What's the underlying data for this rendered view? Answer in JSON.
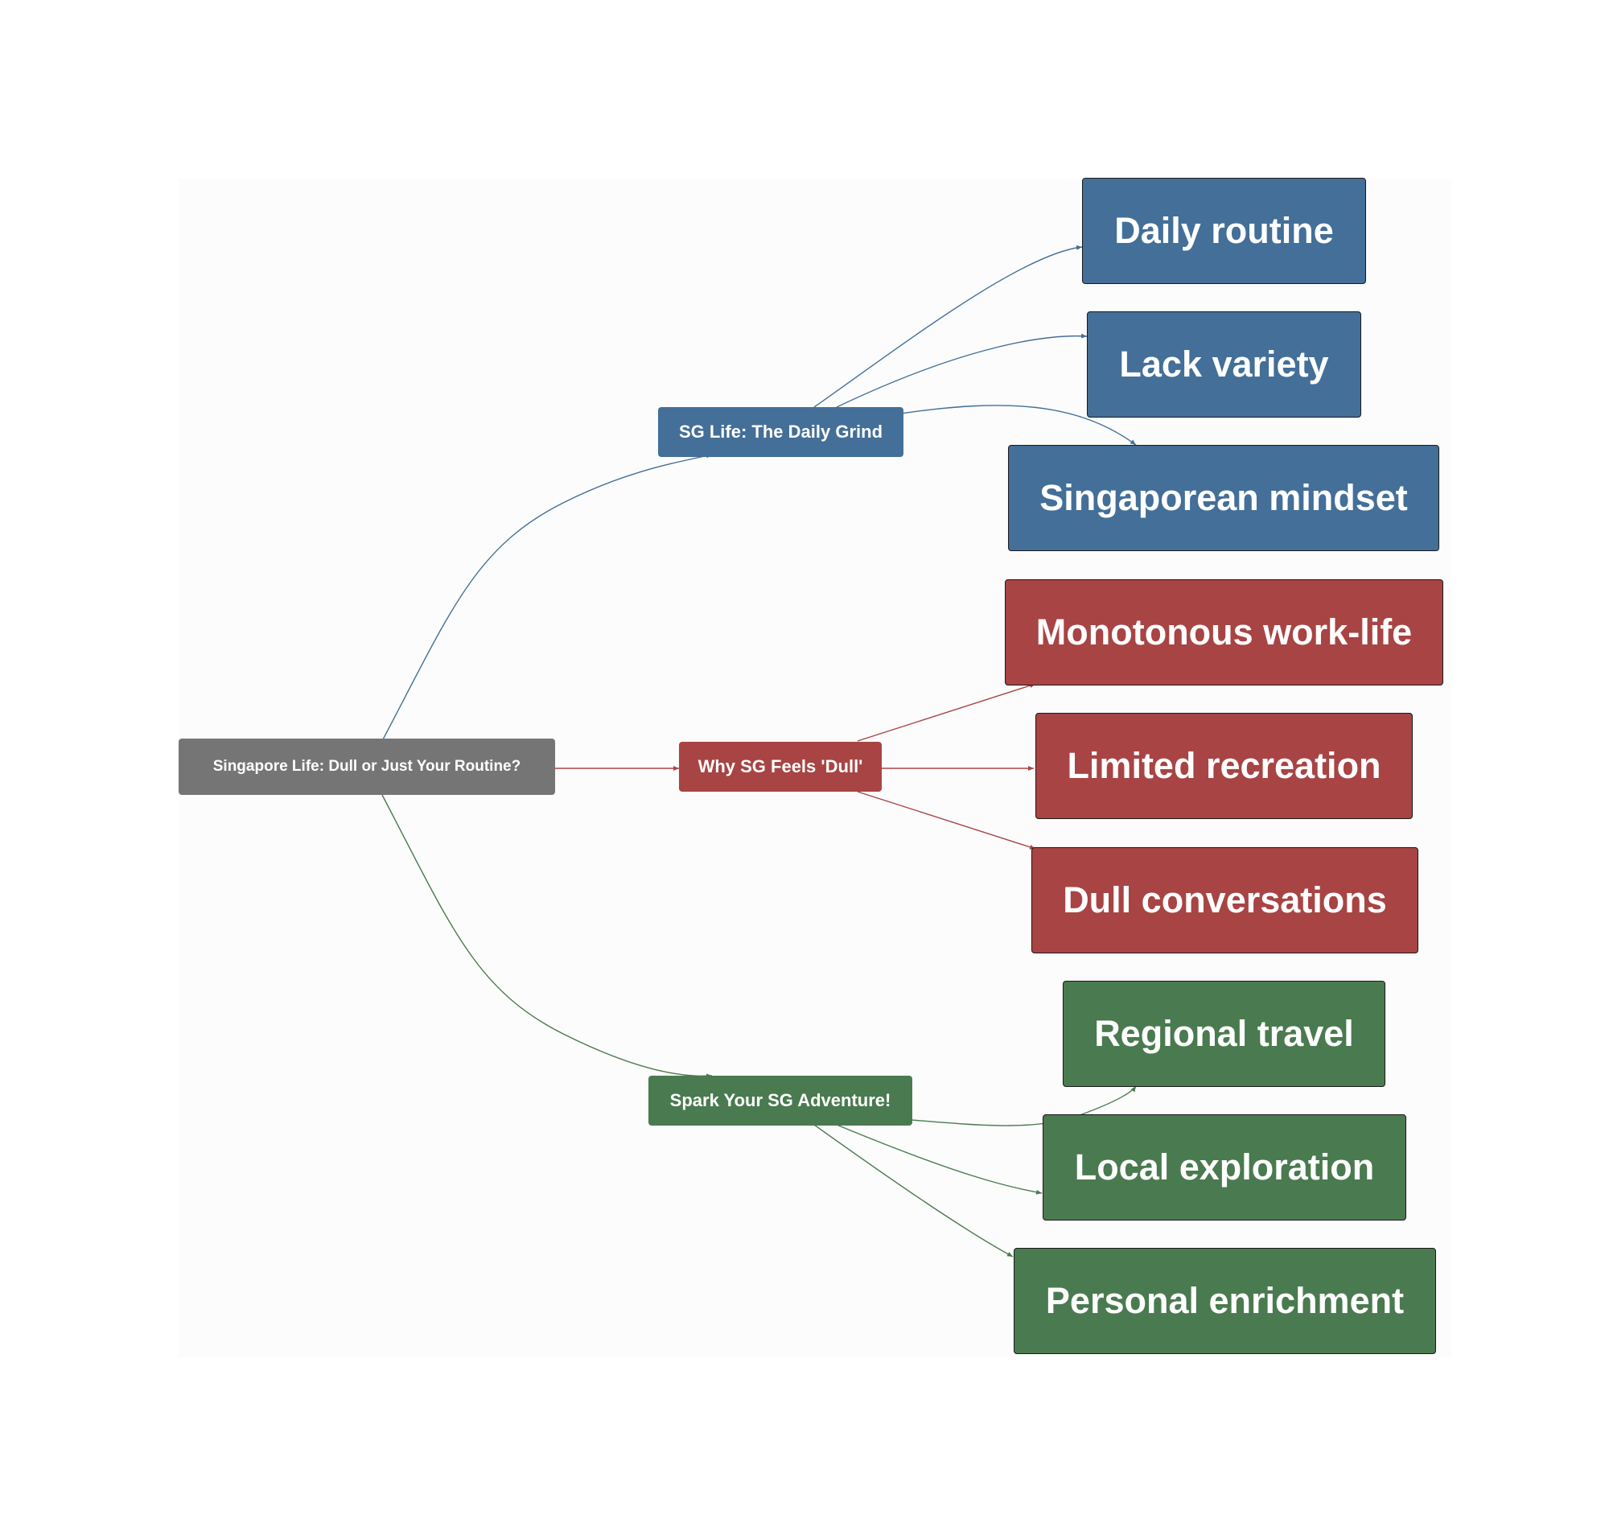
{
  "diagram": {
    "root": {
      "label": "Singapore Life: Dull or Just Your Routine?",
      "color": "#757575"
    },
    "branches": [
      {
        "label": "SG Life: The Daily Grind",
        "color": "#436f98",
        "children": [
          "Daily routine",
          "Lack variety",
          "Singaporean mindset"
        ]
      },
      {
        "label": "Why SG Feels 'Dull'",
        "color": "#a84444",
        "children": [
          "Monotonous work-life",
          "Limited recreation",
          "Dull conversations"
        ]
      },
      {
        "label": "Spark Your SG Adventure!",
        "color": "#4a7a4f",
        "children": [
          "Regional travel",
          "Local exploration",
          "Personal enrichment"
        ]
      }
    ]
  }
}
